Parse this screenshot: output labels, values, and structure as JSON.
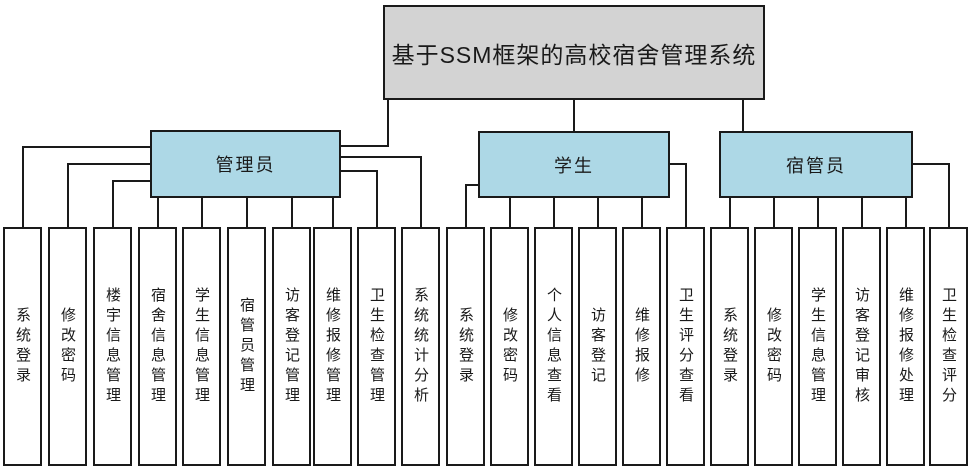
{
  "title": "基于SSM框架的高校宿舍管理系统",
  "branches": [
    {
      "id": "admin",
      "label": "管理员",
      "children": [
        "系统登录",
        "修改密码",
        "楼宇信息管理",
        "宿舍信息管理",
        "学生信息管理",
        "宿管员管理",
        "访客登记管理",
        "维修报修管理",
        "卫生检查管理",
        "系统统计分析"
      ]
    },
    {
      "id": "student",
      "label": "学生",
      "children": [
        "系统登录",
        "修改密码",
        "个人信息查看",
        "访客登记",
        "维修报修",
        "卫生评分查看"
      ]
    },
    {
      "id": "dorm",
      "label": "宿管员",
      "children": [
        "系统登录",
        "修改密码",
        "学生信息管理",
        "访客登记审核",
        "维修报修处理",
        "卫生检查评分"
      ]
    }
  ],
  "colors": {
    "root_fill": "#d3d3d3",
    "branch_fill": "#add8e6",
    "leaf_fill": "#ffffff",
    "line": "#1a1a1a"
  }
}
